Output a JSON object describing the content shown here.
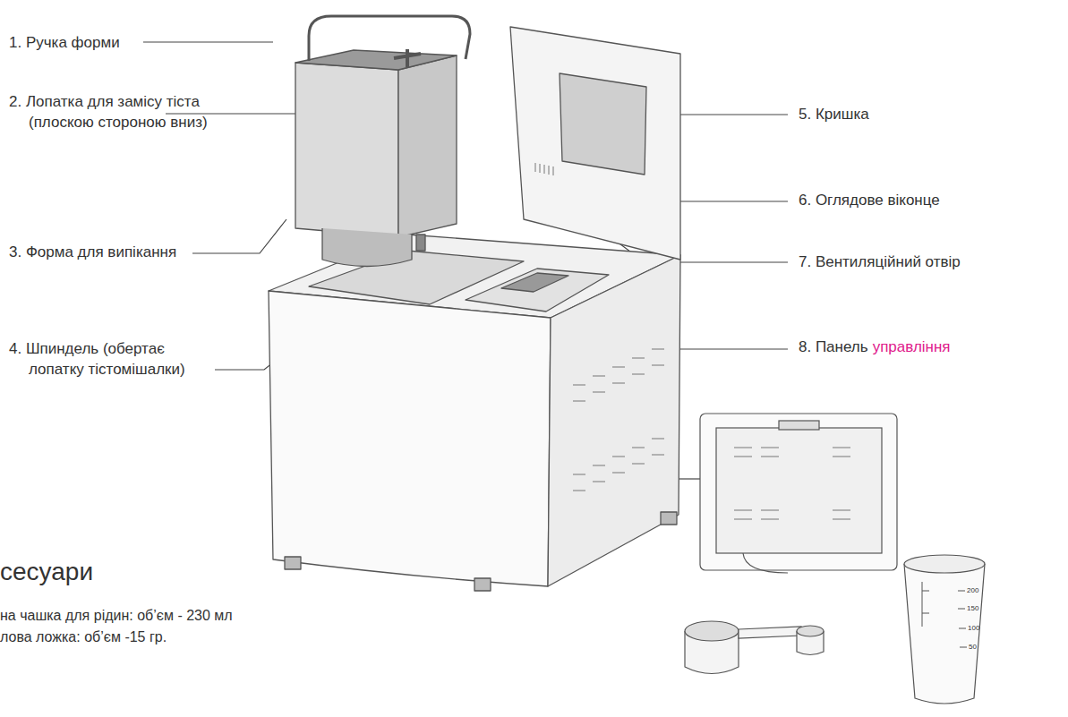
{
  "diagram": {
    "labels": [
      "1. Ручка форми",
      "2. Лопатка для замісу тіста (плоскою стороною вниз)",
      "3. Форма для випікання",
      "4. Шпиндель (обертає лопатку тістомішалки)",
      "5. Кришка",
      "6. Оглядове віконце",
      "7. Вентиляційний отвір",
      "8. Панель",
      "управління",
      "сесуари",
      "на чашка для рідин: об’єм - 230 мл",
      "лова ложка: об’єм -15 гр.",
      "200",
      "150",
      "100",
      "50"
    ]
  }
}
